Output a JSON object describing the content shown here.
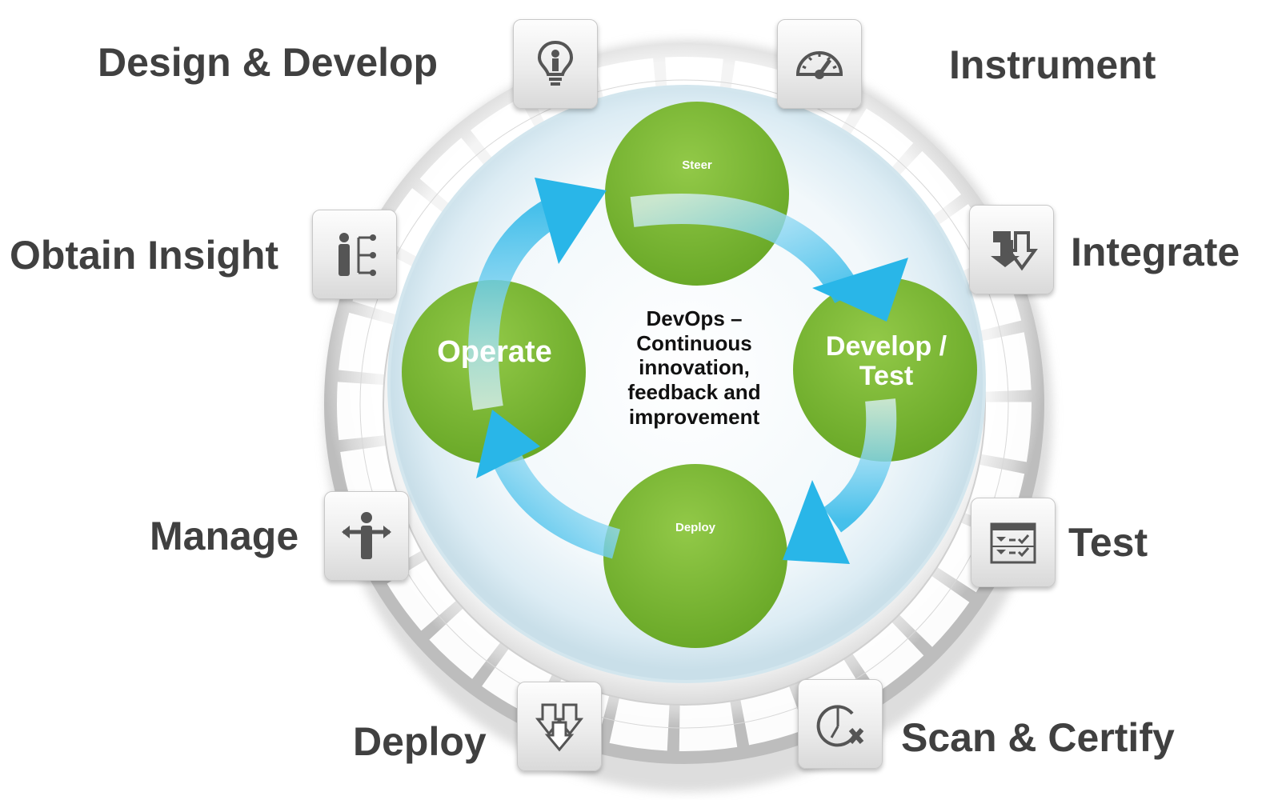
{
  "outer_stages": [
    {
      "id": "design",
      "label": "Design & Develop",
      "icon": "lightbulb-person-icon"
    },
    {
      "id": "instrument",
      "label": "Instrument",
      "icon": "gauge-icon"
    },
    {
      "id": "integrate",
      "label": "Integrate",
      "icon": "integrate-arrows-icon"
    },
    {
      "id": "test",
      "label": "Test",
      "icon": "checklist-icon"
    },
    {
      "id": "scan",
      "label": "Scan & Certify",
      "icon": "clock-x-icon"
    },
    {
      "id": "deploy",
      "label": "Deploy",
      "icon": "double-down-arrow-icon"
    },
    {
      "id": "manage",
      "label": "Manage",
      "icon": "person-arrows-icon"
    },
    {
      "id": "insight",
      "label": "Obtain Insight",
      "icon": "person-hierarchy-icon"
    }
  ],
  "inner_cycle": {
    "steer": "Steer",
    "develop_test": "Develop / Test",
    "deploy": "Deploy",
    "operate": "Operate",
    "center": "DevOps –\nContinuous\ninnovation,\nfeedback and\nimprovement"
  },
  "colors": {
    "circle_green": "#7cb932",
    "arrow_blue": "#29b6e8",
    "label_gray": "#404040"
  }
}
